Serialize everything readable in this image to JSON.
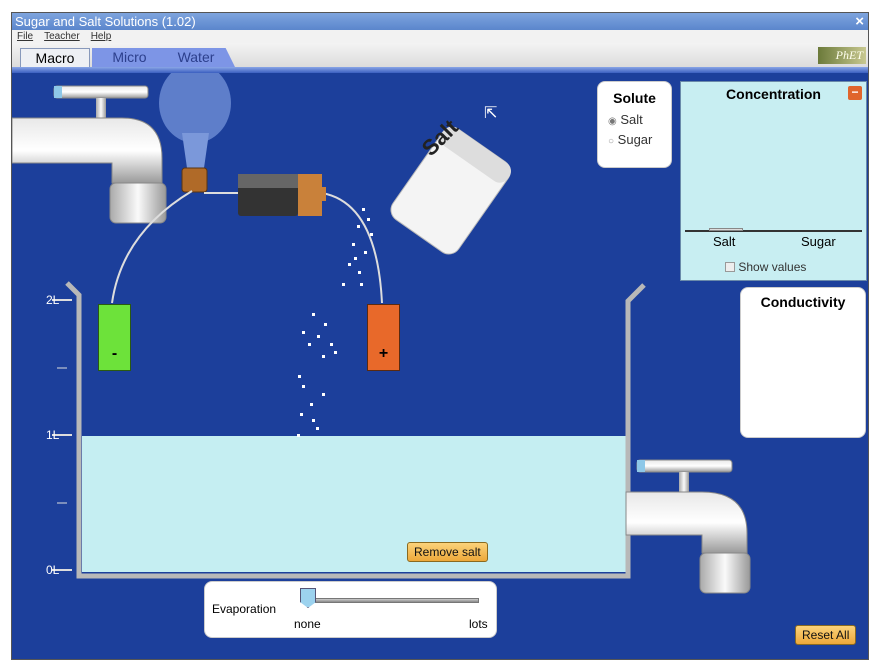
{
  "window": {
    "title": "Sugar and Salt Solutions (1.02)",
    "close": "×"
  },
  "menu": [
    "File",
    "Teacher",
    "Help"
  ],
  "tabs": [
    {
      "label": "Macro",
      "active": true
    },
    {
      "label": "Micro",
      "active": false
    },
    {
      "label": "Water",
      "active": false
    }
  ],
  "logo": "PhET",
  "shaker_label": "Salt",
  "solute": {
    "title": "Solute",
    "options": [
      {
        "label": "Salt",
        "selected": true
      },
      {
        "label": "Sugar",
        "selected": false
      }
    ]
  },
  "concentration": {
    "title": "Concentration",
    "bars": [
      "Salt",
      "Sugar"
    ],
    "show_values": "Show values",
    "show_values_checked": false
  },
  "conductivity": {
    "title": "Conductivity"
  },
  "beaker": {
    "scale": [
      "2L",
      "1L",
      "0L"
    ],
    "water_level_liters": 1
  },
  "electrodes": {
    "negative": "-",
    "positive": "+"
  },
  "remove_button": "Remove salt",
  "evaporation": {
    "label": "Evaporation",
    "min": "none",
    "max": "lots",
    "value": 0
  },
  "reset_button": "Reset All",
  "colors": {
    "background": "#1c3f9b",
    "water": "#c5eef2",
    "button": "#f3bb55"
  }
}
